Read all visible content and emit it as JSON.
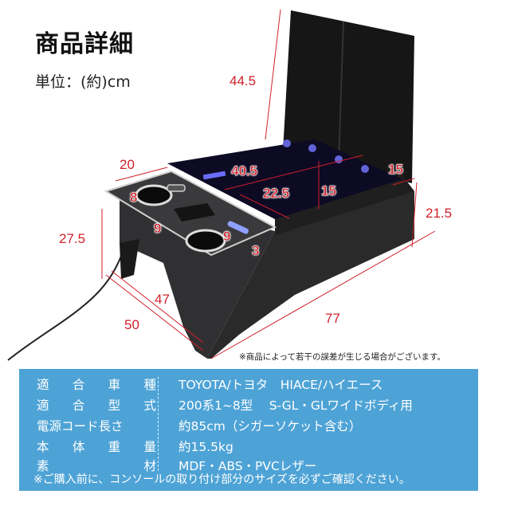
{
  "header": {
    "title": "商品詳細",
    "unit": "単位：(約)cm"
  },
  "dimensions": {
    "lid_height": "44.5",
    "tray_width": "20",
    "inner_length": "40.5",
    "inner_width": "22.5",
    "inner_depth": "15",
    "right_ledge": "15",
    "right_height": "21.5",
    "left_height": "27.5",
    "cupholder_a": "8",
    "tray_slot": "9",
    "cupholder_b": "9",
    "rim": "3",
    "inner_depth_bottom": "47",
    "outer_depth": "50",
    "total_length": "77"
  },
  "note": "※商品によって若干の誤差が生じる場合がございます。",
  "spec_table": {
    "rows": [
      {
        "label_chars": [
          "適",
          "合",
          "車",
          "種"
        ],
        "value": "TOYOTA/トヨタ　HIACE/ハイエース"
      },
      {
        "label_chars": [
          "適",
          "合",
          "型",
          "式"
        ],
        "value": "200系1~8型　 S-GL・GLワイドボディ用"
      },
      {
        "label_chars": [
          "電源コード長さ"
        ],
        "value": "約85cm（シガーソケット含む）"
      },
      {
        "label_chars": [
          "本",
          "体",
          "重",
          "量"
        ],
        "value": "約15.5kg"
      },
      {
        "label_chars": [
          "素",
          "材"
        ],
        "value": "MDF・ABS・PVCレザー"
      }
    ],
    "footer": "※ご購入前に、コンソールの取り付け部分のサイズを必ずご確認ください。"
  },
  "colors": {
    "table_bg": "#4ea3d6",
    "dimension_red": "#d0202a",
    "product_black": "#1c1c1e"
  }
}
